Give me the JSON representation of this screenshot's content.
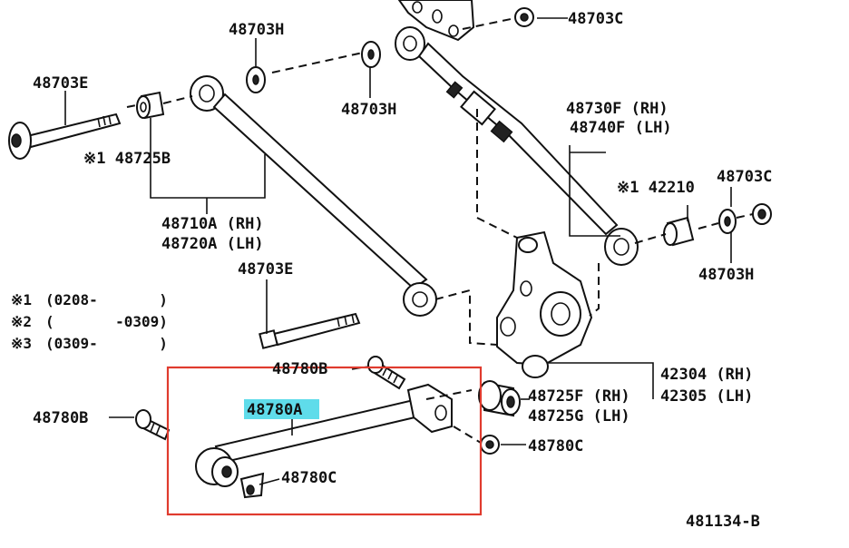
{
  "diagram_code": "481134-B",
  "legend": [
    {
      "mark": "※1",
      "text": "(0208-       )"
    },
    {
      "mark": "※2",
      "text": "(       -0309)"
    },
    {
      "mark": "※3",
      "text": "(0309-       )"
    }
  ],
  "parts": {
    "p48703C_top": "48703C",
    "p48703H_top": "48703H",
    "p48703H_mid": "48703H",
    "p48703E_top": "48703E",
    "p48725B": "※1 48725B",
    "p48710A": "48710A (RH)",
    "p48720A": "48720A (LH)",
    "p48730F": "48730F (RH)",
    "p48740F": "48740F (LH)",
    "p42210": "※1 42210",
    "p48703C_right": "48703C",
    "p48703H_right": "48703H",
    "p48703E_mid": "48703E",
    "p48780B_top": "48780B",
    "p48780A": "48780A",
    "p48780B_left": "48780B",
    "p48780C_lower": "48780C",
    "p42304": "42304 (RH)",
    "p42305": "42305 (LH)",
    "p48725F": "48725F (RH)",
    "p48725G": "48725G (LH)",
    "p48780C_right": "48780C"
  },
  "colors": {
    "highlight": "#5fdcea",
    "selection_box": "#e03b2e",
    "ink": "#111111"
  }
}
